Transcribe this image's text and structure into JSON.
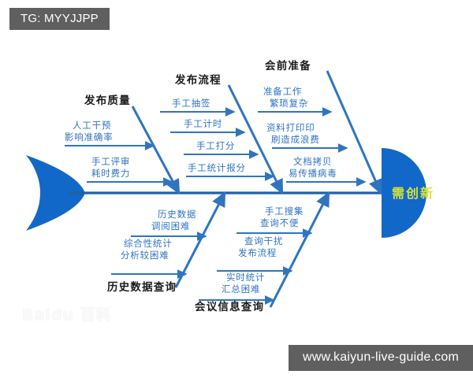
{
  "diagram": {
    "type": "fishbone",
    "head_label": "需创新",
    "categories_top": [
      {
        "name": "发布质量",
        "causes": [
          {
            "lines": [
              "人工干预",
              "影响准确率"
            ]
          },
          {
            "lines": [
              "手工评审",
              "耗时费力"
            ]
          }
        ]
      },
      {
        "name": "发布流程",
        "causes": [
          {
            "lines": [
              "手工抽签"
            ]
          },
          {
            "lines": [
              "手工计时"
            ]
          },
          {
            "lines": [
              "手工打分"
            ]
          },
          {
            "lines": [
              "手工统计报分"
            ]
          }
        ]
      },
      {
        "name": "会前准备",
        "causes": [
          {
            "lines": [
              "准备工作",
              "繁琐复杂"
            ]
          },
          {
            "lines": [
              "资料打印印",
              "刷造成浪费"
            ]
          },
          {
            "lines": [
              "文档拷贝",
              "易传播病毒"
            ]
          }
        ]
      }
    ],
    "categories_bottom": [
      {
        "name": "历史数据查询",
        "causes": [
          {
            "lines": [
              "历史数据",
              "调阅困难"
            ]
          },
          {
            "lines": [
              "综合性统计",
              "分析较困难"
            ]
          }
        ]
      },
      {
        "name": "会议信息查询",
        "causes": [
          {
            "lines": [
              "手工搜集",
              "查询不便"
            ]
          },
          {
            "lines": [
              "查询干扰",
              "发布流程"
            ]
          },
          {
            "lines": [
              "实时统计",
              "汇总困难"
            ]
          }
        ]
      }
    ]
  },
  "watermarks": {
    "top_tag": "TG: MYYJJPP",
    "bottom_url": "www.kaiyun-live-guide.com",
    "baidu": "Baidu 百科"
  },
  "colors": {
    "spine": "#2060a8",
    "bone": "#2f74c0",
    "arrow": "#2f74c0",
    "fish_body": "#1268c8",
    "head_text": "#d7e436",
    "category_text": "#1a1a1a",
    "cause_text": "#2f74c0",
    "watermark_bg": "#5f5f5f",
    "background": "#ffffff"
  }
}
